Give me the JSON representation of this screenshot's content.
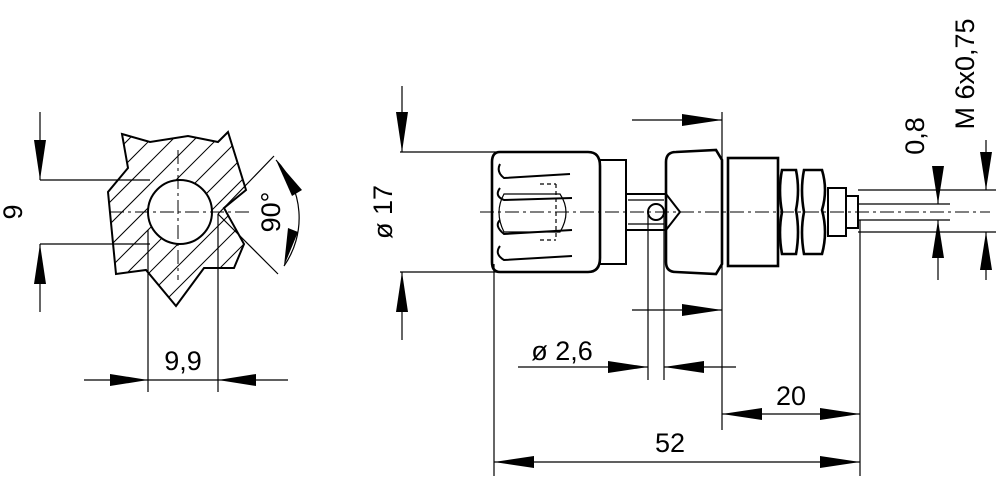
{
  "dimensions": {
    "flat_height": "9",
    "flat_width": "9,9",
    "angle": "90°",
    "head_diameter": "ø 17",
    "pin_diameter": "ø 2,6",
    "thread_length": "20",
    "overall_length": "52",
    "thread_spec": "M 6x0,75",
    "washer": "0,8"
  }
}
